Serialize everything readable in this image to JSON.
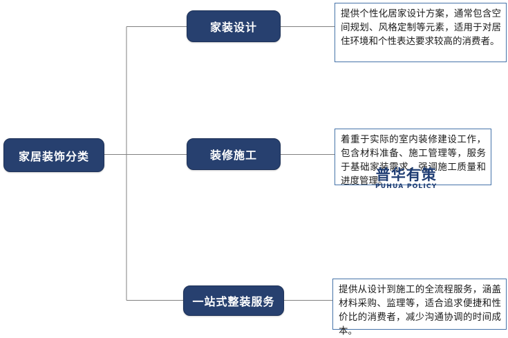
{
  "diagram": {
    "type": "tree-mindmap",
    "root": {
      "label": "家居装饰分类"
    },
    "branches": [
      {
        "label": "家装设计",
        "description": "提供个性化居家设计方案，通常包含空间规划、风格定制等元素，适用于对居住环境和个性表达要求较高的消费者。"
      },
      {
        "label": "装修施工",
        "description": "着重于实际的室内装修建设工作，包含材料准备、施工管理等，服务于基础家装需求，强调施工质量和进度管理。"
      },
      {
        "label": "一站式整装服务",
        "description": "提供从设计到施工的全流程服务，涵盖材料采购、监理等，适合追求便捷和性价比的消费者，减少沟通协调的时间成本。"
      }
    ]
  },
  "watermark": {
    "cn": "普华有策",
    "en": "PUHUA POLICY"
  },
  "colors": {
    "node_fill": "#27406f",
    "node_border": "#1d3157",
    "node_text": "#ffffff",
    "desc_border": "#4472a8",
    "desc_text": "#1a1a1a",
    "connector": "#808080",
    "watermark": "#1f3d73",
    "background": "#ffffff"
  }
}
